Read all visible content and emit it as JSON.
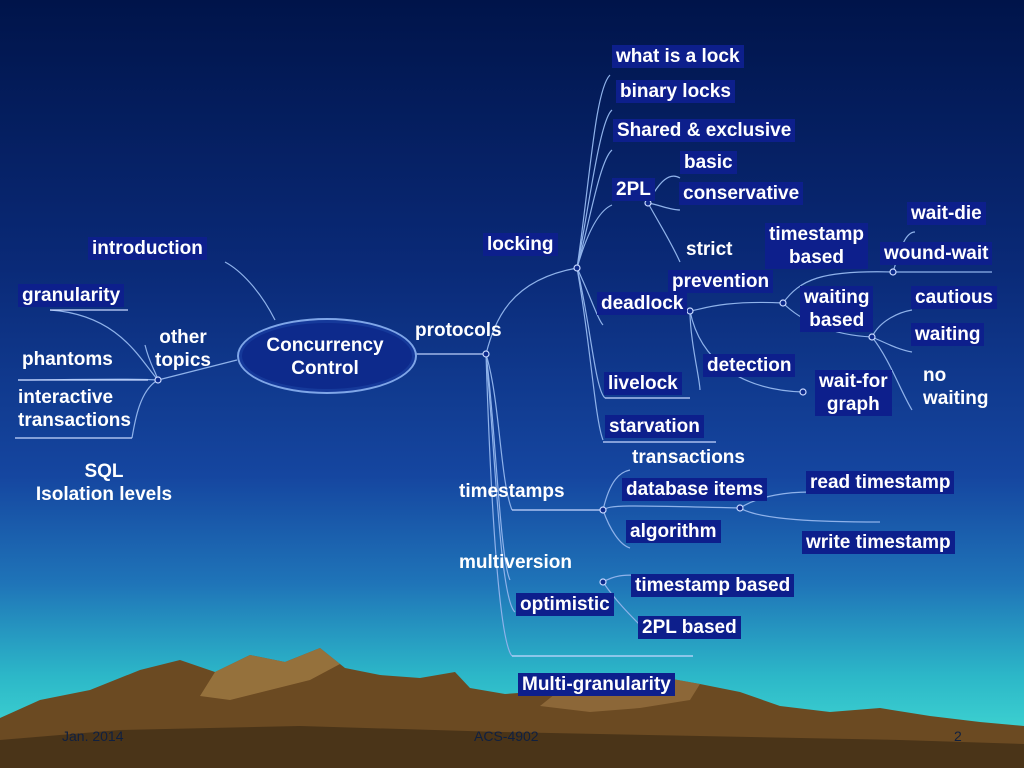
{
  "center": {
    "line1": "Concurrency",
    "line2": "Control"
  },
  "left": {
    "introduction": "introduction",
    "other_topics": [
      "other",
      "topics"
    ],
    "granularity": "granularity",
    "phantoms": "phantoms",
    "interactive": [
      "interactive",
      "transactions"
    ],
    "sql": [
      "SQL",
      "Isolation levels"
    ]
  },
  "protocols": "protocols",
  "locking": {
    "label": "locking",
    "what_is_a_lock": "what is a lock",
    "binary_locks": "binary locks",
    "shared_exclusive": "Shared & exclusive",
    "two_pl": "2PL",
    "basic": "basic",
    "conservative": "conservative",
    "strict": "strict",
    "deadlock": "deadlock",
    "prevention": "prevention",
    "timestamp_based": [
      "timestamp",
      "based"
    ],
    "wait_die": "wait-die",
    "wound_wait": "wound-wait",
    "waiting_based": [
      "waiting",
      "based"
    ],
    "cautious": "cautious",
    "waiting": "waiting",
    "no_waiting": [
      "no",
      "waiting"
    ],
    "detection": "detection",
    "wait_for_graph": [
      "wait-for",
      "graph"
    ],
    "livelock": "livelock",
    "starvation": "starvation"
  },
  "timestamps": {
    "label": "timestamps",
    "transactions": "transactions",
    "database_items": "database items",
    "algorithm": "algorithm",
    "read_timestamp": "read timestamp",
    "write_timestamp": "write timestamp"
  },
  "multiversion": {
    "label": "multiversion",
    "timestamp_based": "timestamp based",
    "two_pl_based": "2PL based"
  },
  "optimistic": "optimistic",
  "multi_granularity": "Multi-granularity",
  "footer": {
    "date": "Jan. 2014",
    "course": "ACS-4902",
    "page": "2"
  }
}
